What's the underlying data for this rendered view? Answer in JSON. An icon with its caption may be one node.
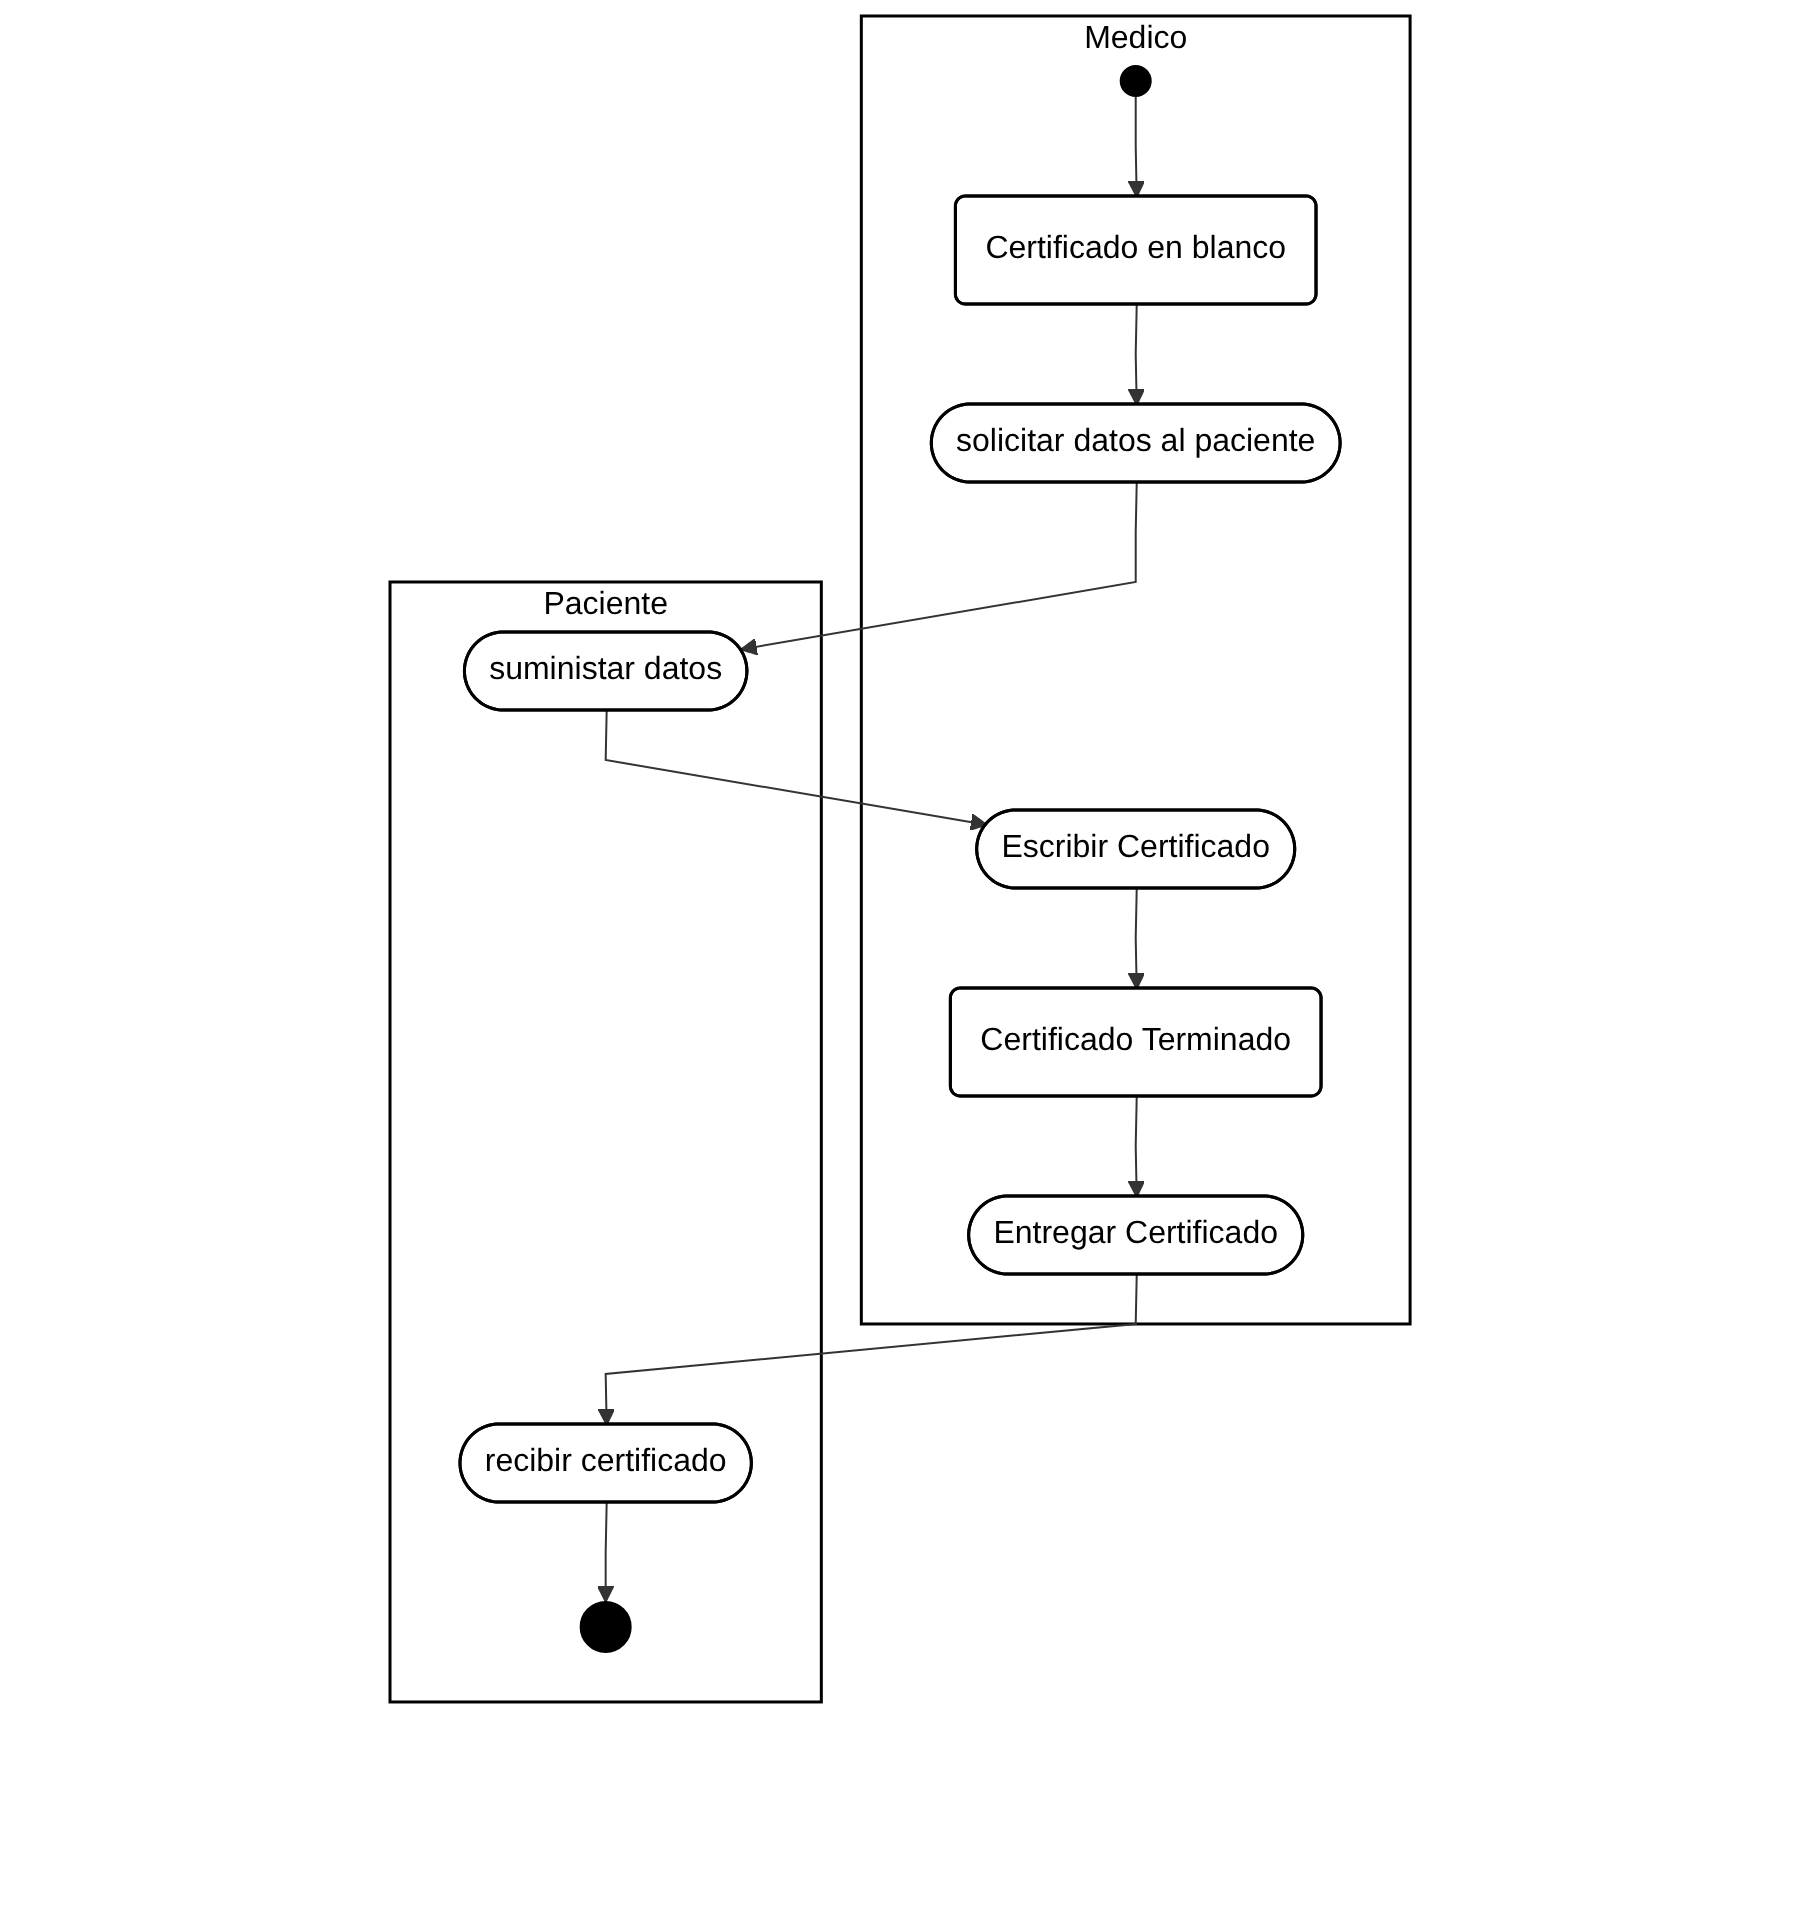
{
  "diagram": {
    "nodes": [
      {
        "text": [
          "Medico"
        ]
      },
      {
        "text": [
          "Paciente"
        ]
      },
      {
        "text": [],
        "shape": "circle",
        "in": 0
      },
      {
        "text": [
          "Certificado en blanco"
        ],
        "in": 0
      },
      {
        "text": [
          "solicitar datos al paciente"
        ],
        "in": 0
      },
      {
        "text": [
          "Escribir Certificado"
        ],
        "in": 0
      },
      {
        "text": [
          "Certificado Terminado"
        ],
        "in": 0
      },
      {
        "text": [
          "Entregar Certificado"
        ],
        "in": 0
      },
      {
        "text": [
          "suministar datos"
        ],
        "in": 1
      },
      {
        "text": [
          "recibir certificado"
        ],
        "in": 1
      },
      {
        "text": [],
        "shape": "circle",
        "in": 1
      }
    ],
    "edges": [
      {
        "from": 2,
        "to": 3,
        "arrow": "to"
      },
      {
        "from": 3,
        "to": 4,
        "arrow": "to"
      },
      {
        "from": 4,
        "to": 8,
        "arrow": "to"
      },
      {
        "from": 8,
        "to": 5,
        "arrow": "to"
      },
      {
        "from": 5,
        "to": 6,
        "arrow": "to"
      },
      {
        "from": 6,
        "to": 7,
        "arrow": "to"
      },
      {
        "from": 7,
        "to": 9,
        "arrow": "to"
      },
      {
        "from": 9,
        "to": 10,
        "arrow": "to"
      }
    ]
  }
}
